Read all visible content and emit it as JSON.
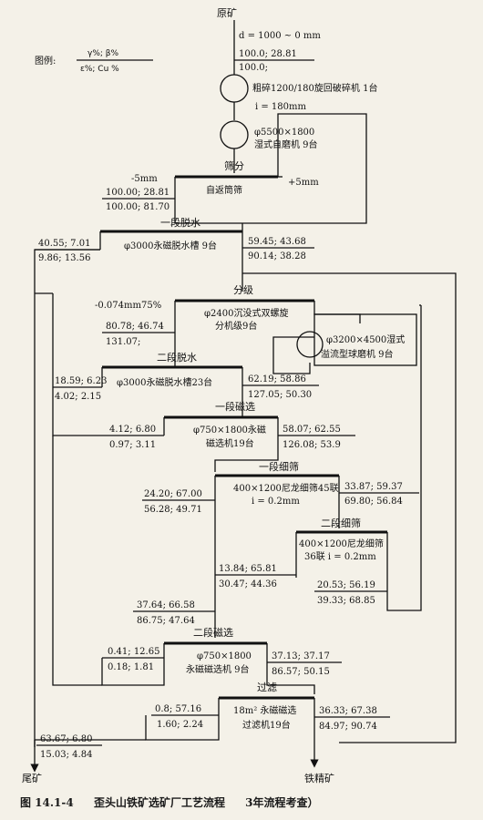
{
  "legend": {
    "label": "图例:",
    "top": "γ%; β%",
    "bottom": "ε%; Cu %"
  },
  "feed": {
    "name": "原矿",
    "size": "d = 1000 ~ 0 mm",
    "values_top": "100.0; 28.81",
    "values_bottom": "100.0;"
  },
  "crusher": {
    "label": "粗碎1200/180旋回破碎机 1台",
    "size": "i = 180mm"
  },
  "ag_mill": {
    "line1": "φ5500×1800",
    "line2": "湿式自磨机 9台"
  },
  "screening": {
    "title": "筛分",
    "equipment": "自返筒筛",
    "undersize": "-5mm",
    "oversize": "+5mm",
    "values_top": "100.00; 28.81",
    "values_bottom": "100.00; 81.70"
  },
  "dewater1": {
    "title": "一段脱水",
    "equipment": "φ3000永磁脱水槽 9台",
    "left_top": "40.55; 7.01",
    "left_bottom": "9.86; 13.56",
    "right_top": "59.45; 43.68",
    "right_bottom": "90.14; 38.28"
  },
  "classifying": {
    "title": "分级",
    "line1": "φ2400沉没式双螺旋",
    "line2": "分机级9台",
    "overflow": "-0.074mm75%",
    "left_top": "80.78; 46.74",
    "left_bottom": "131.07;"
  },
  "ball_mill": {
    "line1": "φ3200×4500湿式",
    "line2": "溢流型球磨机 9台"
  },
  "dewater2": {
    "title": "二段脱水",
    "equipment": "φ3000永磁脱水槽23台",
    "left_top": "18.59; 6.23",
    "left_bottom": "4.02; 2.15",
    "right_top": "62.19; 58.86",
    "right_bottom": "127.05; 50.30"
  },
  "mag1": {
    "title": "一段磁选",
    "line1": "φ750×1800永磁",
    "line2": "磁选机19台",
    "left_top": "4.12; 6.80",
    "left_bottom": "0.97; 3.11",
    "right_top": "58.07; 62.55",
    "right_bottom": "126.08; 53.9"
  },
  "fine1": {
    "title": "一段细筛",
    "line1": "400×1200尼龙细筛45联",
    "line2": "i = 0.2mm",
    "left_top": "24.20; 67.00",
    "left_bottom": "56.28; 49.71",
    "right_top": "33.87; 59.37",
    "right_bottom": "69.80; 56.84"
  },
  "fine2": {
    "title": "二段细筛",
    "line1": "400×1200尼龙细筛",
    "line2": "36联 i = 0.2mm",
    "left_top": "13.84; 65.81",
    "left_bottom": "30.47; 44.36",
    "right_top": "20.53; 56.19",
    "right_bottom": "39.33; 68.85"
  },
  "combined": {
    "top": "37.64; 66.58",
    "bottom": "86.75; 47.64"
  },
  "mag2": {
    "title": "二段磁选",
    "line1": "φ750×1800",
    "line2": "永磁磁选机 9台",
    "left_top": "0.41; 12.65",
    "left_bottom": "0.18; 1.81",
    "right_top": "37.13; 37.17",
    "right_bottom": "86.57; 50.15"
  },
  "filter": {
    "title": "过滤",
    "line1": "18m² 永磁磁选",
    "line2": "过滤机19台",
    "left_top": "0.8; 57.16",
    "left_bottom": "1.60; 2.24",
    "right_top": "36.33; 67.38",
    "right_bottom": "84.97; 90.74"
  },
  "tailings": {
    "name": "尾矿",
    "top": "63.67; 6.80",
    "bottom": "15.03; 4.84"
  },
  "concentrate": {
    "name": "铁精矿"
  },
  "caption": {
    "number": "图 14.1-4",
    "title": "歪头山铁矿选矿厂工艺流程",
    "note": "3年流程考查）"
  }
}
